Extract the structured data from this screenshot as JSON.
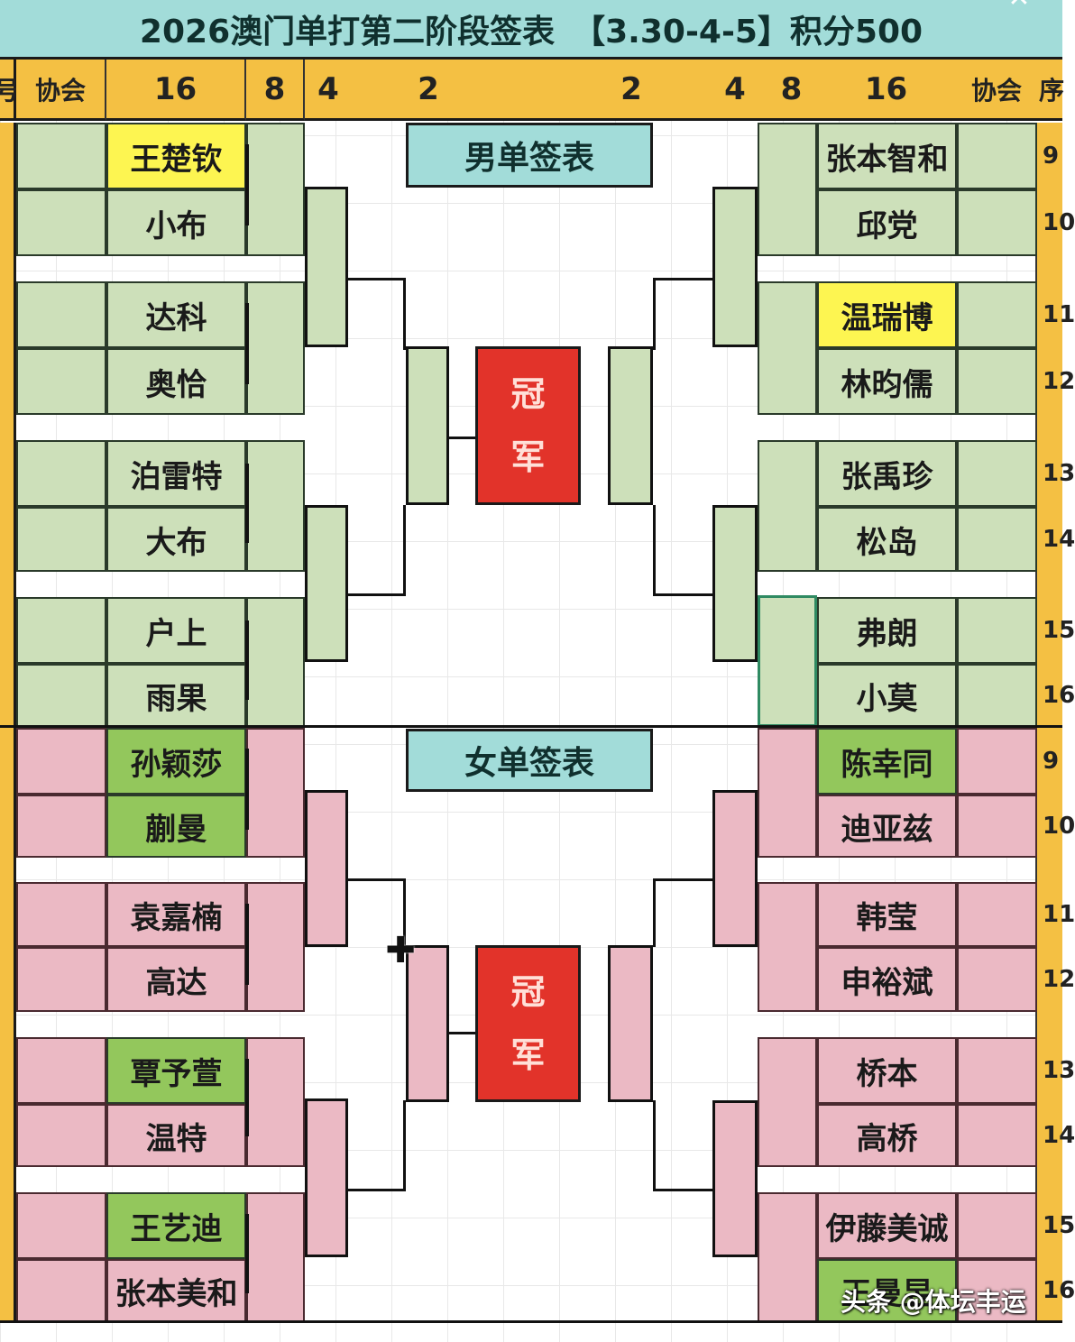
{
  "title": {
    "main": "2026澳门单打第二阶段签表",
    "dates": "【3.30-4-5】积分500"
  },
  "header": {
    "left": {
      "num": "号",
      "assoc": "协会",
      "r16": "16",
      "r8": "8",
      "r4": "4",
      "r2": "2"
    },
    "right": {
      "r2": "2",
      "r4": "4",
      "r8": "8",
      "r16": "16",
      "assoc": "协会",
      "num": "序"
    }
  },
  "colors": {
    "title_bg": "#a2dcd9",
    "header_bg": "#f4c043",
    "men_cell": "#cde0ba",
    "women_cell": "#ebb9c4",
    "seed_highlight_yellow": "#fdf551",
    "seed_highlight_green": "#93c75c",
    "champion_box": "#e2332a"
  },
  "men": {
    "section_label": "男单签表",
    "champion_label_1": "冠",
    "champion_label_2": "军",
    "left_players": [
      {
        "name": "王楚钦",
        "highlight": "yellow"
      },
      {
        "name": "小布",
        "highlight": ""
      },
      {
        "name": "达科",
        "highlight": ""
      },
      {
        "name": "奥恰",
        "highlight": ""
      },
      {
        "name": "泊雷特",
        "highlight": ""
      },
      {
        "name": "大布",
        "highlight": ""
      },
      {
        "name": "户上",
        "highlight": ""
      },
      {
        "name": "雨果",
        "highlight": ""
      }
    ],
    "right_players": [
      {
        "name": "张本智和",
        "highlight": "",
        "num": "9"
      },
      {
        "name": "邱党",
        "highlight": "",
        "num": "10"
      },
      {
        "name": "温瑞博",
        "highlight": "yellow",
        "num": "11"
      },
      {
        "name": "林昀儒",
        "highlight": "",
        "num": "12"
      },
      {
        "name": "张禹珍",
        "highlight": "",
        "num": "13"
      },
      {
        "name": "松岛",
        "highlight": "",
        "num": "14"
      },
      {
        "name": "弗朗",
        "highlight": "",
        "num": "15"
      },
      {
        "name": "小莫",
        "highlight": "",
        "num": "16"
      }
    ]
  },
  "women": {
    "section_label": "女单签表",
    "champion_label_1": "冠",
    "champion_label_2": "军",
    "left_players": [
      {
        "name": "孙颖莎",
        "highlight": "green"
      },
      {
        "name": "蒯曼",
        "highlight": "green"
      },
      {
        "name": "袁嘉楠",
        "highlight": ""
      },
      {
        "name": "高达",
        "highlight": ""
      },
      {
        "name": "覃予萱",
        "highlight": "green"
      },
      {
        "name": "温特",
        "highlight": ""
      },
      {
        "name": "王艺迪",
        "highlight": "green"
      },
      {
        "name": "张本美和",
        "highlight": ""
      }
    ],
    "right_players": [
      {
        "name": "陈幸同",
        "highlight": "green",
        "num": "9"
      },
      {
        "name": "迪亚兹",
        "highlight": "",
        "num": "10"
      },
      {
        "name": "韩莹",
        "highlight": "",
        "num": "11"
      },
      {
        "name": "申裕斌",
        "highlight": "",
        "num": "12"
      },
      {
        "name": "桥本",
        "highlight": "",
        "num": "13"
      },
      {
        "name": "高桥",
        "highlight": "",
        "num": "14"
      },
      {
        "name": "伊藤美诚",
        "highlight": "",
        "num": "15"
      },
      {
        "name": "王曼昱",
        "highlight": "green",
        "num": "16"
      }
    ]
  },
  "watermark": "头条 @体坛丰运"
}
